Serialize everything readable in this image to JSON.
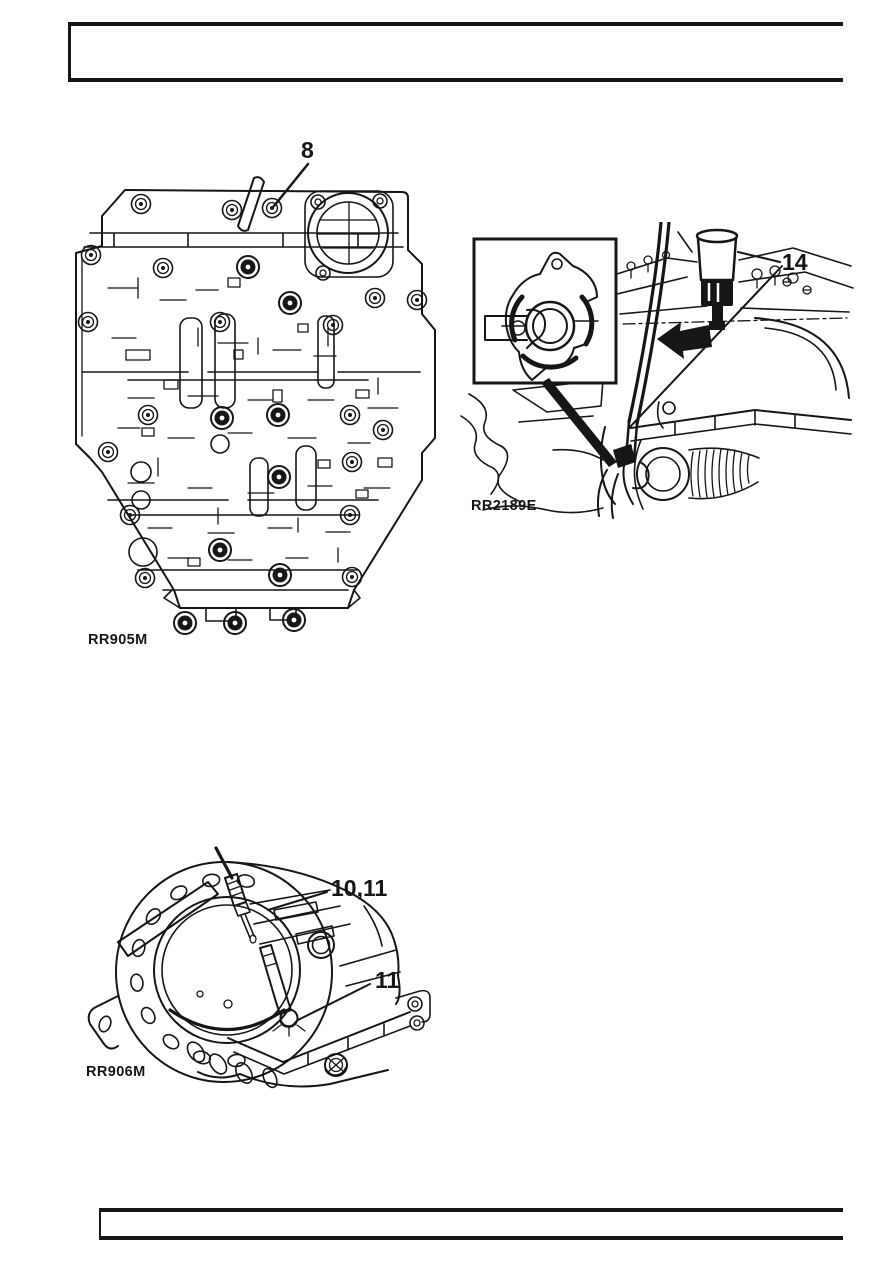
{
  "page": {
    "paper_color": "#ffffff",
    "ink_color": "#161616"
  },
  "figures": {
    "valve_body": {
      "code": "RR905M",
      "callout_8": "8"
    },
    "engine": {
      "code": "RR2189E",
      "callout_14": "14"
    },
    "bell_housing": {
      "code": "RR906M",
      "callout_10_11": "10,11",
      "callout_11": "11"
    }
  }
}
